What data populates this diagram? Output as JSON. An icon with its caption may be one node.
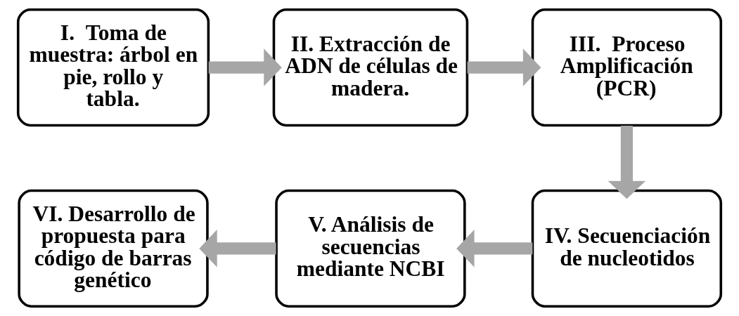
{
  "diagram": {
    "nodes": [
      {
        "text": [
          "I.  Toma de muestra: árbol en pie, rollo y tabla."
        ]
      },
      {
        "text": [
          "II. Extracción de ADN de células de madera."
        ]
      },
      {
        "text": [
          "III.  Proceso Amplificación (PCR)"
        ]
      },
      {
        "text": [
          "IV. Secuenciación de nucleotidos"
        ]
      },
      {
        "text": [
          "V. Análisis de secuencias mediante NCBI"
        ]
      },
      {
        "text": [
          "VI. Desarrollo de propuesta para código de barras genético"
        ]
      }
    ],
    "edges": [
      {
        "from": 0,
        "to": 1,
        "arrow": "to"
      },
      {
        "from": 1,
        "to": 2,
        "arrow": "to"
      },
      {
        "from": 2,
        "to": 3,
        "arrow": "to"
      },
      {
        "from": 3,
        "to": 4,
        "arrow": "to"
      },
      {
        "from": 4,
        "to": 5,
        "arrow": "to"
      }
    ]
  }
}
